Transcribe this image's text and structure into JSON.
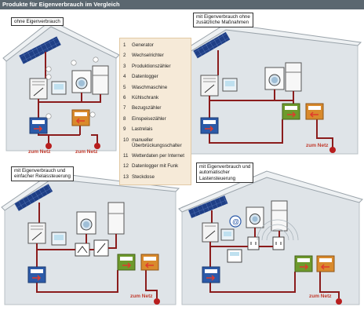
{
  "banner": {
    "title": "Produkte für Eigenverbrauch im Vergleich"
  },
  "scenarios": [
    {
      "title_lines": [
        "ohne Eigenverbrauch"
      ]
    },
    {
      "title_lines": [
        "mit Eigenverbrauch ohne",
        "zusätzliche Maßnahmen"
      ]
    },
    {
      "title_lines": [
        "mit Eigenverbrauch und",
        "einfacher Relaissteuerung"
      ]
    },
    {
      "title_lines": [
        "mit Eigenverbrauch und",
        "automatischer",
        "Lastensteuerung"
      ]
    }
  ],
  "grid_label": "zum Netz",
  "legend": [
    {
      "num": "1",
      "label": "Generator"
    },
    {
      "num": "2",
      "label": "Wechselrichter"
    },
    {
      "num": "3",
      "label": "Produktionszähler"
    },
    {
      "num": "4",
      "label": "Datenlogger"
    },
    {
      "num": "5",
      "label": "Waschmaschine"
    },
    {
      "num": "6",
      "label": "Kühlschrank"
    },
    {
      "num": "7",
      "label": "Bezugszähler"
    },
    {
      "num": "8",
      "label": "Einspeisezähler"
    },
    {
      "num": "9",
      "label": "Lastrelais"
    },
    {
      "num": "10",
      "label": "manueller Überbrückungsschalter"
    },
    {
      "num": "11",
      "label": "Wetterdaten per Internet"
    },
    {
      "num": "12",
      "label": "Datenlogger mit Funk"
    },
    {
      "num": "13",
      "label": "Steckdose"
    }
  ],
  "colors": {
    "banner": "#5b6770",
    "wall": "#d9dfe3",
    "cable": "#8b1c1c",
    "panel": "#1f3f86",
    "meter_blue": "#2c5aa8",
    "meter_green": "#6e9a2c",
    "meter_orange": "#d98a2c",
    "legend_bg": "#f6ead8"
  }
}
